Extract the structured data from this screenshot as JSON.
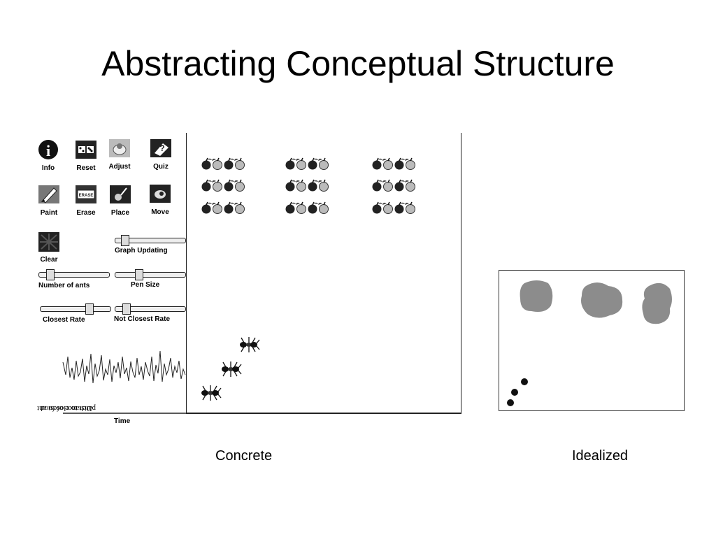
{
  "slide": {
    "title": "Abstracting Conceptual Structure"
  },
  "toolbar": {
    "tools": [
      {
        "label": "Info",
        "icon": "info-icon"
      },
      {
        "label": "Reset",
        "icon": "reset-icon"
      },
      {
        "label": "Adjust",
        "icon": "adjust-icon"
      },
      {
        "label": "Quiz",
        "icon": "quiz-icon"
      },
      {
        "label": "Paint",
        "icon": "paint-icon"
      },
      {
        "label": "Erase",
        "icon": "erase-icon"
      },
      {
        "label": "Place",
        "icon": "place-icon"
      },
      {
        "label": "Move",
        "icon": "move-icon"
      },
      {
        "label": "Clear",
        "icon": "clear-icon"
      }
    ],
    "erase_icon_text": "ERASE"
  },
  "sliders": {
    "graph_updating": "Graph Updating",
    "number_of_ants": "Number of ants",
    "pen_size": "Pen Size",
    "closest_rate": "Closest Rate",
    "not_closest_rate": "Not Closest Rate"
  },
  "graph": {
    "ylabel_line1": "Distance of food",
    "ylabel_line2": "patch to closest ant",
    "xlabel": "Time"
  },
  "captions": {
    "concrete": "Concrete",
    "idealized": "Idealized"
  },
  "colors": {
    "ink": "#222222",
    "blob": "#8c8c8c",
    "dot": "#111111"
  }
}
